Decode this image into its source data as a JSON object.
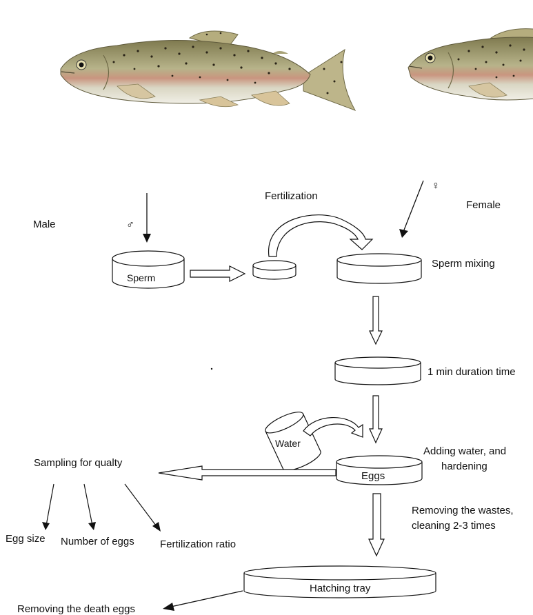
{
  "labels": {
    "male": "Male",
    "male_symbol": "♂",
    "female": "Female",
    "female_symbol": "♀",
    "fertilization": "Fertilization",
    "sperm": "Sperm",
    "sperm_mixing": "Sperm mixing",
    "duration": "1 min duration time",
    "water": "Water",
    "eggs": "Eggs",
    "adding_water_1": "Adding water, and",
    "adding_water_2": "hardening",
    "sampling": "Sampling for qualty",
    "egg_size": "Egg size",
    "number_of_eggs": "Number of eggs",
    "fertilization_ratio": "Fertilization ratio",
    "removing_wastes_1": "Removing the wastes,",
    "removing_wastes_2": "cleaning 2-3 times",
    "hatching_tray": "Hatching tray",
    "removing_death_eggs": "Removing the death eggs"
  },
  "colors": {
    "line": "#111111",
    "fish_body": "#b8b48a",
    "fish_back": "#8d875a",
    "fish_belly": "#eceadc",
    "fish_stripe": "#c98a78",
    "fish_spots": "#2a2418"
  },
  "icons": [
    "trout-male-illustration",
    "trout-female-illustration",
    "petri-dish-icon",
    "water-beaker-icon"
  ]
}
